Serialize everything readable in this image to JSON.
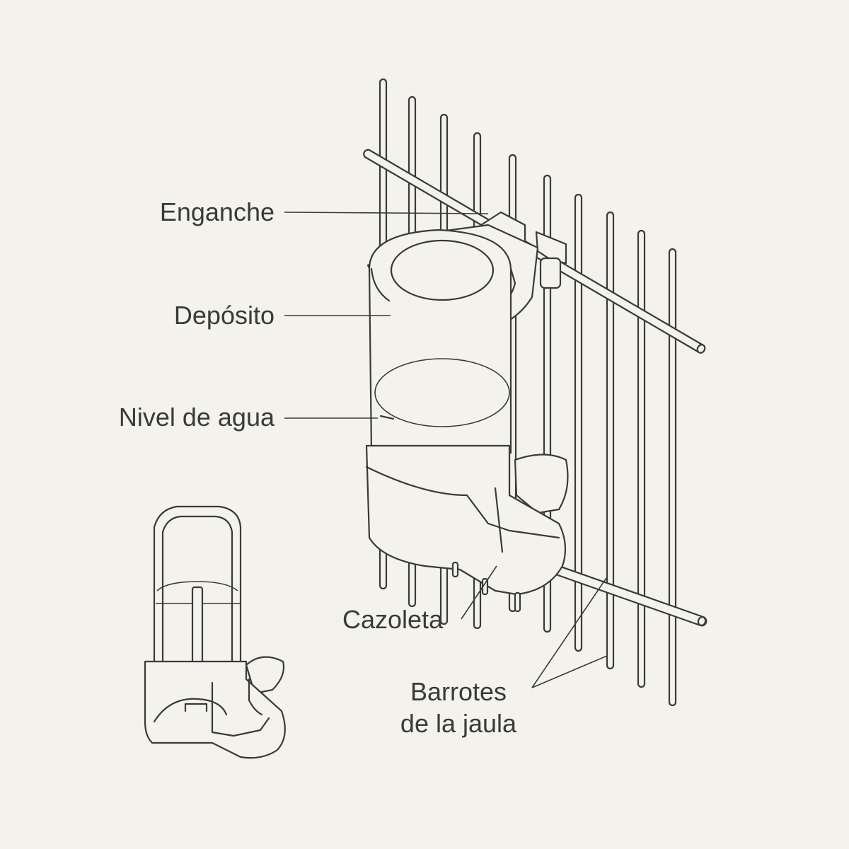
{
  "labels": {
    "hook": "Enganche",
    "reservoir": "Depósito",
    "water_level": "Nivel de agua",
    "cup": "Cazoleta",
    "bars_line1": "Barrotes",
    "bars_line2": "de la jaula"
  },
  "colors": {
    "background": "#f3f2ec",
    "line": "#3a3a38"
  }
}
